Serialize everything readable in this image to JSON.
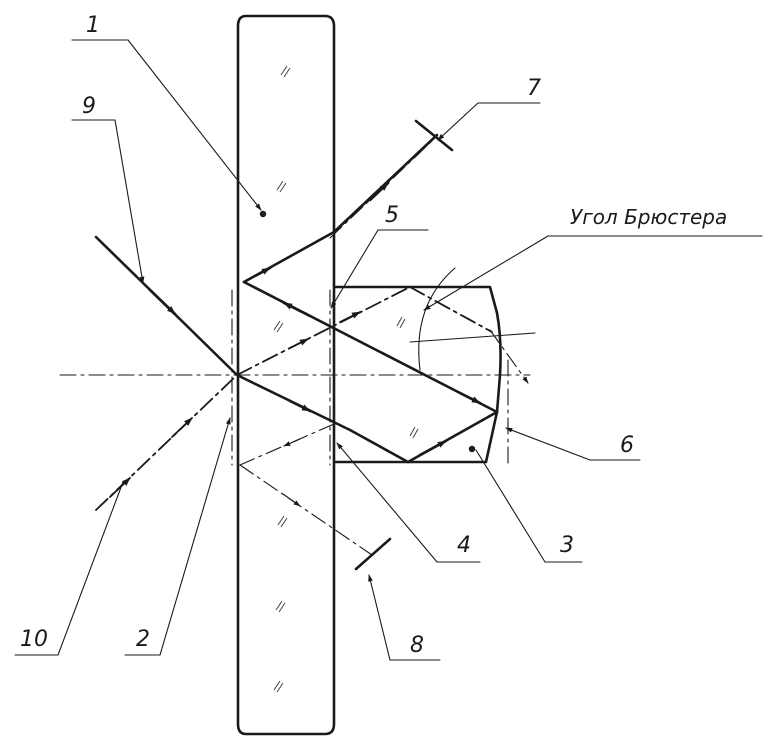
{
  "labels": {
    "l1": "1",
    "l2": "2",
    "l3": "3",
    "l4": "4",
    "l5": "5",
    "l6": "6",
    "l7": "7",
    "l8": "8",
    "l9": "9",
    "l10": "10",
    "brewster": "Угол Брюстера"
  }
}
